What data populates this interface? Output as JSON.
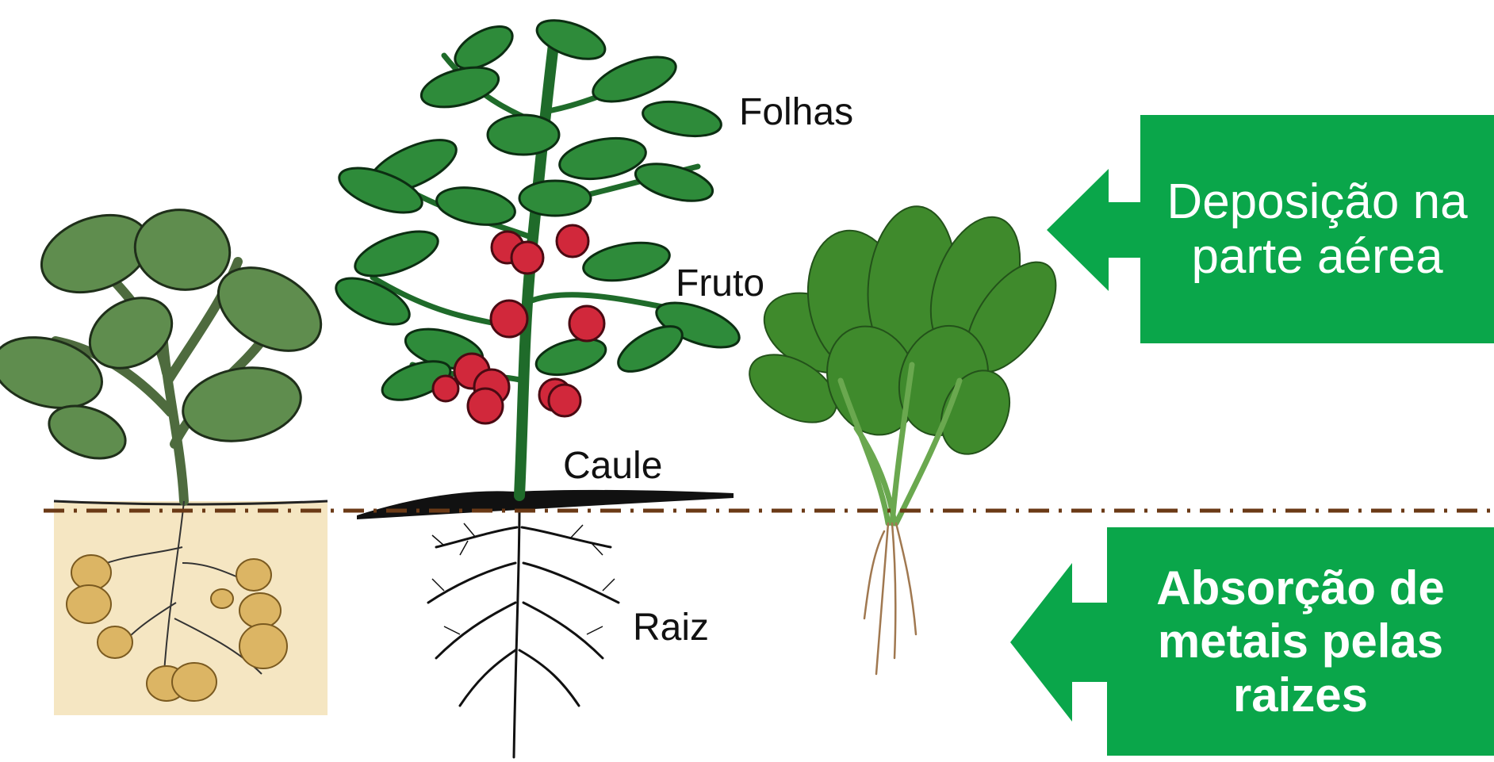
{
  "labels": {
    "folhas": "Folhas",
    "fruto": "Fruto",
    "caule": "Caule",
    "raiz": "Raiz"
  },
  "arrows": {
    "top": {
      "line1": "Deposição na",
      "line2": "parte aérea"
    },
    "bottom": {
      "line1": "Absorção de",
      "line2": "metais pelas",
      "line3": "raizes"
    }
  },
  "colors": {
    "arrow_green": "#0aa64a",
    "soil_line": "#6b3a16",
    "potato_soil": "#f5e6c2",
    "leaf_green": "#5f8d4e",
    "tomato_leaf": "#2e8b3a",
    "tomato_fruit": "#d1283b",
    "spinach_green": "#3f8a2c"
  }
}
